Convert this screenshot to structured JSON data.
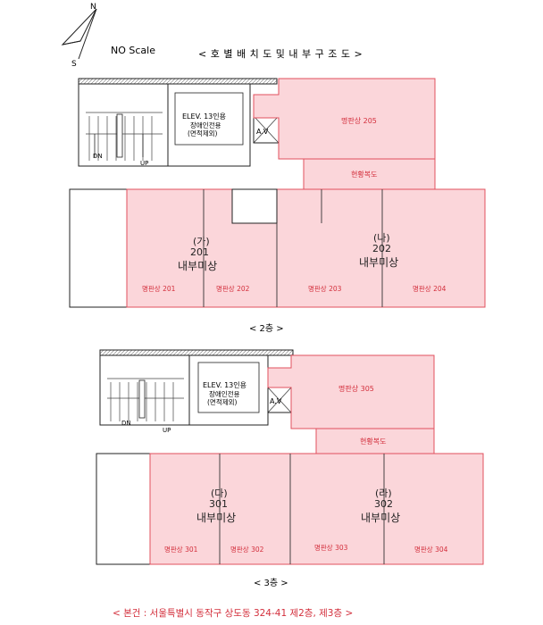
{
  "header": {
    "north": "N",
    "south": "S",
    "scale": "NO Scale",
    "title": "< 호 별 배 치 도 및 내 부 구 조 도 >"
  },
  "common": {
    "elev_line1": "ELEV. 13인용",
    "elev_line2": "장애인전용",
    "elev_line3": "(면적제외)",
    "av": "A.V",
    "dn": "DN",
    "up": "UP"
  },
  "floor2": {
    "label": "< 2층 >",
    "top_room": "명판상 205",
    "corridor": "현황복도",
    "units": [
      {
        "code": "(가)",
        "number": "201",
        "status": "내부미상"
      },
      {
        "code": "(나)",
        "number": "202",
        "status": "내부미상"
      }
    ],
    "subs": [
      "명판상 201",
      "명판상 202",
      "명판상 203",
      "명판상 204"
    ]
  },
  "floor3": {
    "label": "< 3층 >",
    "top_room": "명판상 305",
    "corridor": "현황복도",
    "units": [
      {
        "code": "(다)",
        "number": "301",
        "status": "내부미상"
      },
      {
        "code": "(라)",
        "number": "302",
        "status": "내부미상"
      }
    ],
    "subs": [
      "명판상 301",
      "명판상 302",
      "명판상 303",
      "명판상 304"
    ]
  },
  "footer": "< 본건 : 서울특별시 동작구 상도동 324-41 제2층, 제3층 >",
  "colors": {
    "fill": "#fbd6da",
    "line": "#e0505e",
    "text_red": "#d32f3c",
    "ink": "#222222"
  }
}
